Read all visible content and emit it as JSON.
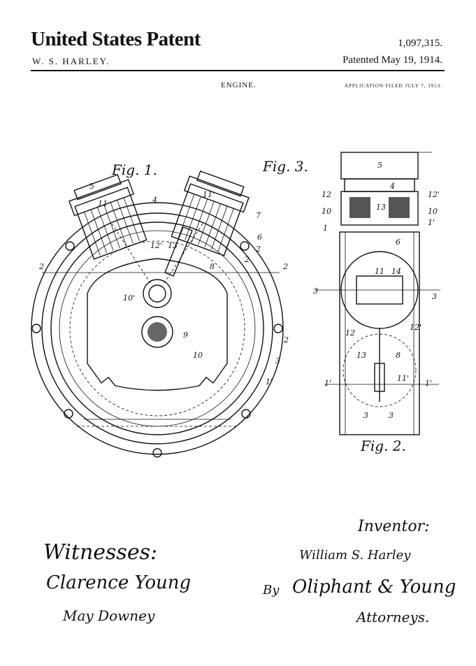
{
  "header": {
    "title": "United States Patent",
    "patent_number": "1,097,315.",
    "inventor": "W. S. HARLEY.",
    "patented_date": "Patented May 19, 1914.",
    "subject": "ENGINE.",
    "application": "APPLICATION FILED JULY 7, 1913."
  },
  "figures": {
    "fig1": "Fig. 1.",
    "fig2": "Fig. 2.",
    "fig3": "Fig. 3."
  },
  "labels": {
    "fig1": [
      "5",
      "11",
      "4",
      "11'",
      "7",
      "6",
      "2",
      "2",
      "12'",
      "13",
      "8",
      "10'",
      "9",
      "10",
      "2",
      "3",
      "1'",
      "2",
      "2"
    ],
    "fig3": [
      "5",
      "4",
      "12",
      "12'",
      "13",
      "10",
      "10",
      "1",
      "1'"
    ],
    "fig2": [
      "6",
      "11",
      "14",
      "3",
      "3",
      "12",
      "12'",
      "13",
      "8",
      "11'",
      "1'",
      "1'",
      "3",
      "3"
    ]
  },
  "signatures": {
    "witnesses_heading": "Witnesses:",
    "witness_1": "Clarence Young",
    "witness_2": "May Downey",
    "inventor_heading": "Inventor:",
    "inventor_name": "William S. Harley",
    "by": "By",
    "attorney_name": "Oliphant & Young",
    "attorneys_heading": "Attorneys."
  }
}
